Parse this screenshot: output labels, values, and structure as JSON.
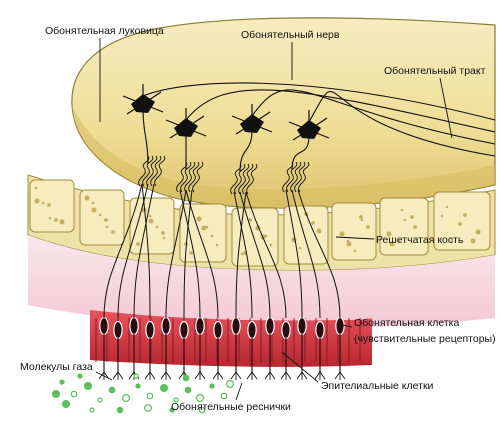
{
  "labels": {
    "olfactory_bulb": "Обонятельная луковица",
    "olfactory_nerve": "Обонятельный нерв",
    "olfactory_tract": "Обонятельный тракт",
    "ethmoid_bone": "Решетчатая кость",
    "olfactory_cell_line1": "Обонятельная клетка",
    "olfactory_cell_line2": "(чувствительные рецепторы)",
    "epithelial_cells": "Эпителиальные клетки",
    "gas_molecules": "Молекулы газа",
    "olfactory_cilia": "Обонятельные реснички"
  },
  "colors": {
    "bulb_fill": "#f3e6a9",
    "bulb_stroke": "#7a6a2a",
    "bone_fill": "#f2e7b5",
    "bone_pore": "#b59a44",
    "mucosa_pink": "#f6d5df",
    "receptor_red": "#d63a47",
    "receptor_dark": "#8a1d26",
    "gas_green": "#5bbf5a",
    "nerve_line": "#111111"
  }
}
